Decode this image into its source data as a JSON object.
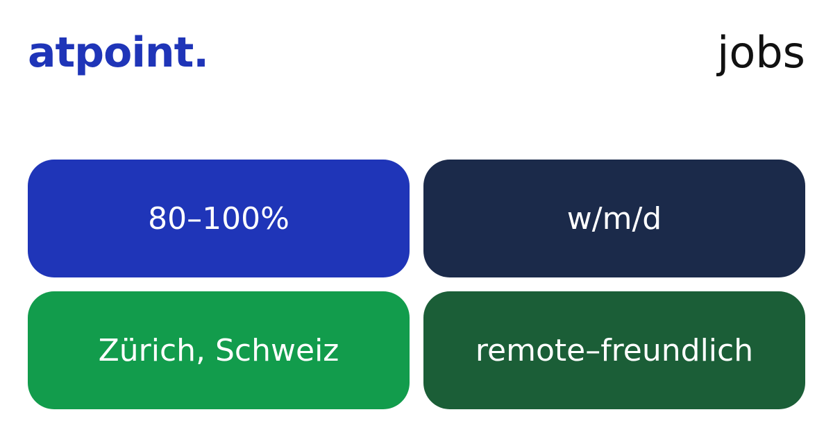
{
  "header": {
    "logo_text": "atpoint.",
    "section_label": "jobs"
  },
  "tags": {
    "workload": "80–100%",
    "gender": "w/m/d",
    "location": "Zürich, Schweiz",
    "work_mode": "remote–freundlich"
  },
  "colors": {
    "brand_blue": "#1f35b8",
    "navy": "#1b2a4a",
    "green": "#129c4c",
    "dark_green": "#1b5e37",
    "text_dark": "#111111",
    "background": "#ffffff"
  }
}
